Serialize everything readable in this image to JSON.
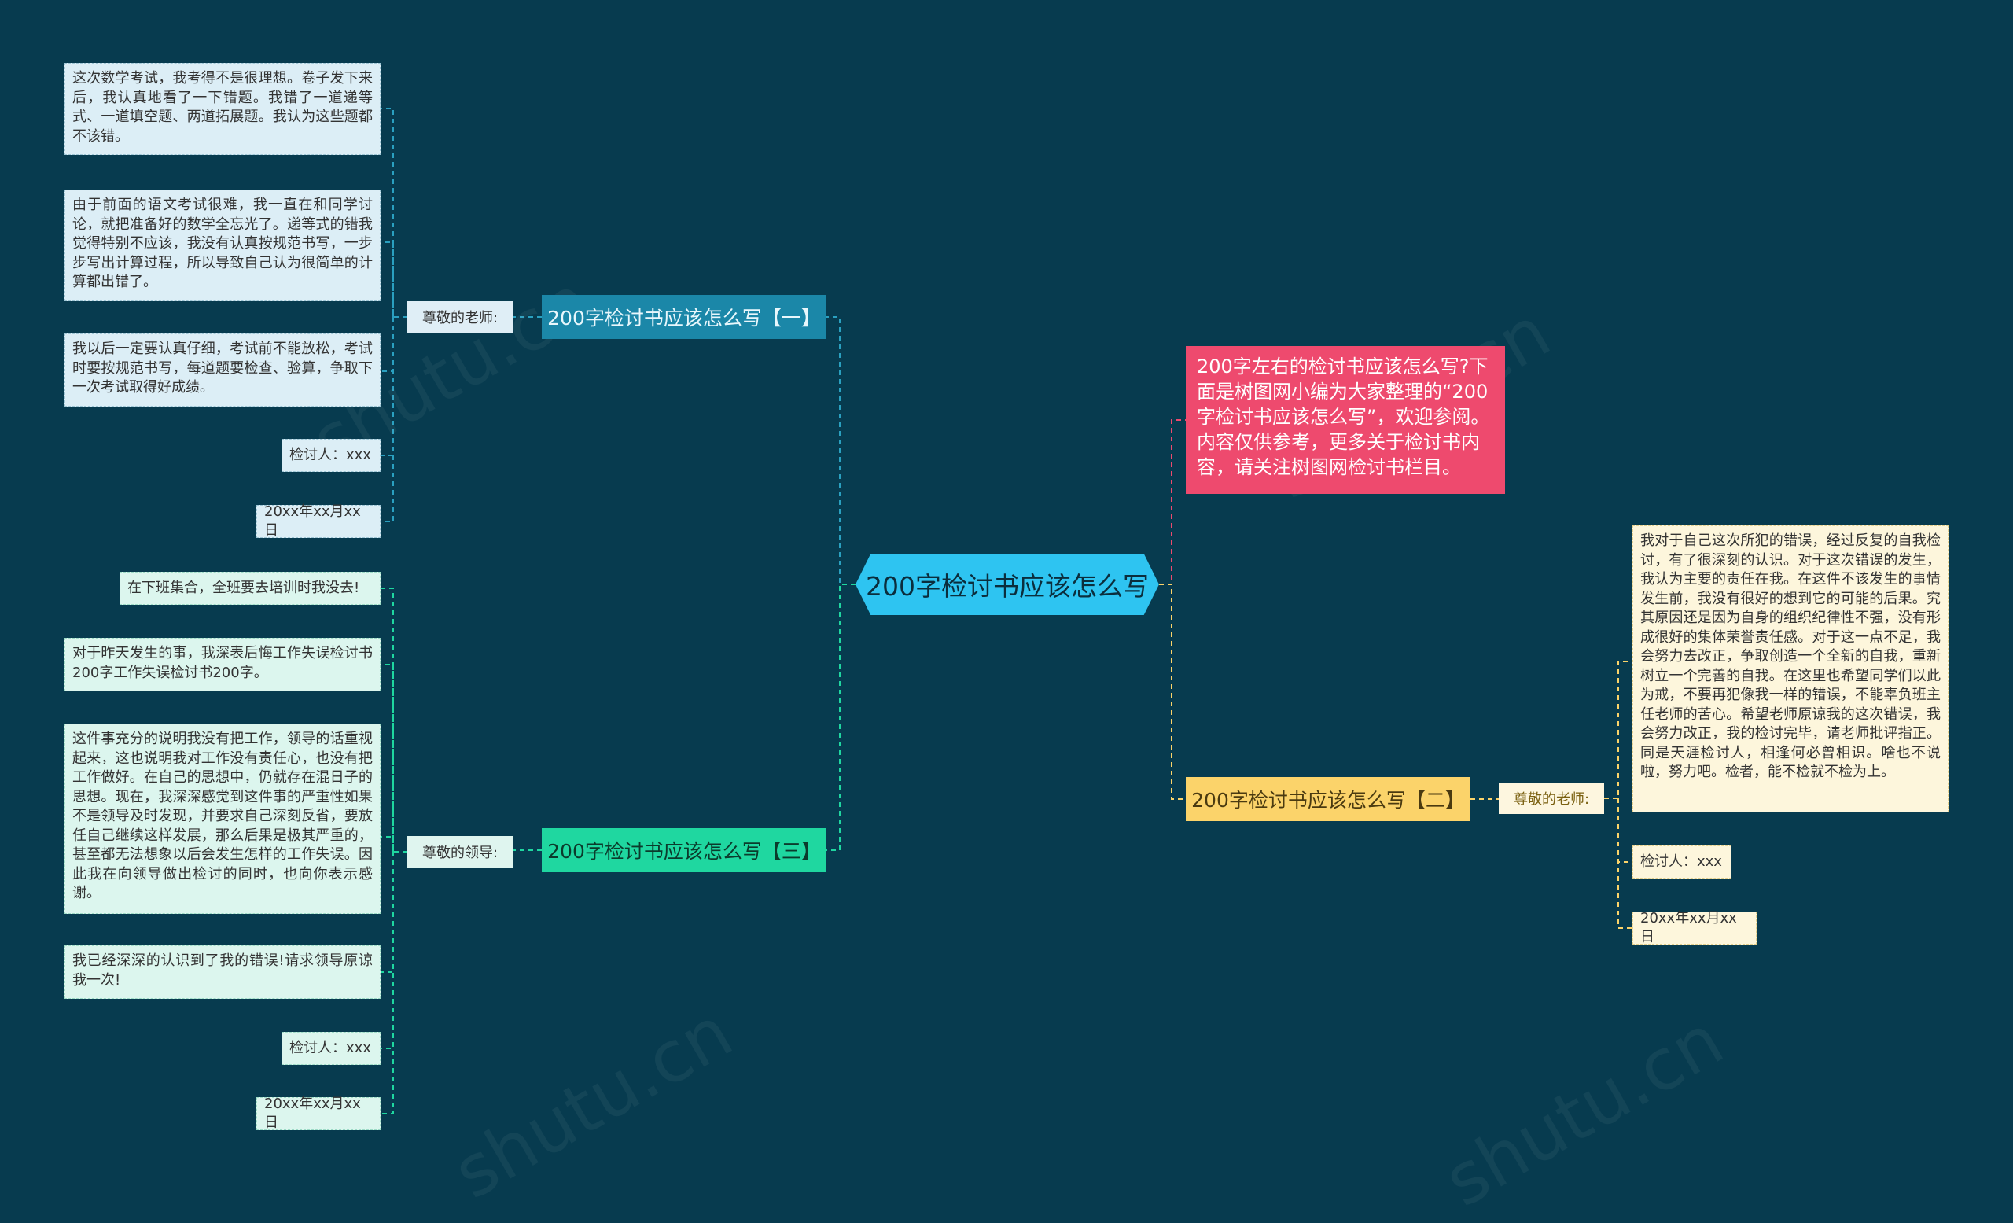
{
  "root": {
    "title": "200字检讨书应该怎么写"
  },
  "intro": {
    "text": "200字左右的检讨书应该怎么写?下面是树图网小编为大家整理的“200字检讨书应该怎么写”，欢迎参阅。内容仅供参考，更多关于检讨书内容，请关注树图网检讨书栏目。"
  },
  "branch1": {
    "title": "200字检讨书应该怎么写【一】",
    "label": "尊敬的老师:",
    "leaves": [
      "这次数学考试，我考得不是很理想。卷子发下来后，我认真地看了一下错题。我错了一道递等式、一道填空题、两道拓展题。我认为这些题都不该错。",
      "由于前面的语文考试很难，我一直在和同学讨论，就把准备好的数学全忘光了。递等式的错我觉得特别不应该，我没有认真按规范书写，一步步写出计算过程，所以导致自己认为很简单的计算都出错了。",
      "我以后一定要认真仔细，考试前不能放松，考试时要按规范书写，每道题要检查、验算，争取下一次考试取得好成绩。",
      "检讨人：xxx",
      "20xx年xx月xx日"
    ]
  },
  "branch2": {
    "title": "200字检讨书应该怎么写【二】",
    "label": "尊敬的老师:",
    "leaves": [
      "我对于自己这次所犯的错误，经过反复的自我检讨，有了很深刻的认识。对于这次错误的发生，我认为主要的责任在我。在这件不该发生的事情发生前，我没有很好的想到它的可能的后果。究其原因还是因为自身的组织纪律性不强，没有形成很好的集体荣誉责任感。对于这一点不足，我会努力去改正，争取创造一个全新的自我，重新树立一个完善的自我。在这里也希望同学们以此为戒，不要再犯像我一样的错误，不能辜负班主任老师的苦心。希望老师原谅我的这次错误，我会努力改正，我的检讨完毕，请老师批评指正。同是天涯检讨人，相逢何必曾相识。啥也不说啦，努力吧。检者，能不检就不检为上。",
      "检讨人：xxx",
      "20xx年xx月xx日"
    ]
  },
  "branch3": {
    "title": "200字检讨书应该怎么写【三】",
    "label": "尊敬的领导:",
    "leaves": [
      "在下班集合，全班要去培训时我没去!",
      "对于昨天发生的事，我深表后悔工作失误检讨书200字工作失误检讨书200字。",
      "这件事充分的说明我没有把工作，领导的话重视起来，这也说明我对工作没有责任心，也没有把工作做好。在自己的思想中，仍就存在混日子的思想。现在，我深深感觉到这件事的严重性如果不是领导及时发现，并要求自己深刻反省，要放任自己继续这样发展，那么后果是极其严重的，甚至都无法想象以后会发生怎样的工作失误。因此我在向领导做出检讨的同时，也向你表示感谢。",
      "我已经深深的认识到了我的错误!请求领导原谅我一次!",
      "检讨人：xxx",
      "20xx年xx月xx日"
    ]
  },
  "colors": {
    "background": "#073b4f",
    "root": "#2ec4f1",
    "intro": "#ee4a6e",
    "branch1": "#1b87a8",
    "branch2": "#fbd36a",
    "branch3": "#1fd7a0"
  }
}
